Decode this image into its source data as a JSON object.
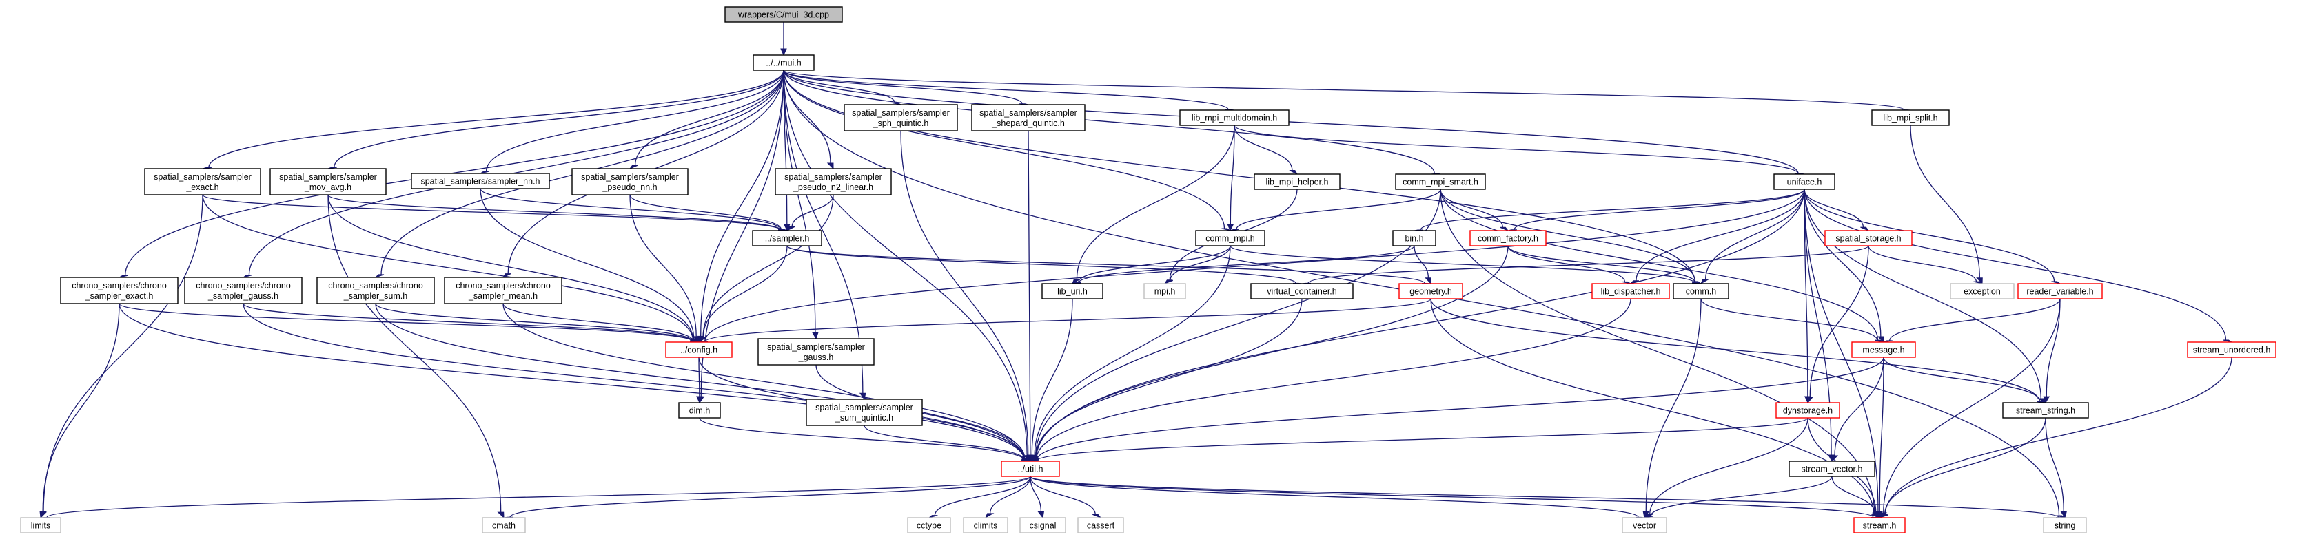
{
  "graph": {
    "title": "wrappers/C/mui_3d.cpp",
    "nodes": [
      {
        "id": "root",
        "lines": [
          "wrappers/C/mui_3d.cpp"
        ],
        "style": "root"
      },
      {
        "id": "mui",
        "lines": [
          "../../mui.h"
        ],
        "style": "normal"
      },
      {
        "id": "sph_quintic",
        "lines": [
          "spatial_samplers/sampler",
          "_sph_quintic.h"
        ],
        "style": "normal"
      },
      {
        "id": "shepard",
        "lines": [
          "spatial_samplers/sampler",
          "_shepard_quintic.h"
        ],
        "style": "normal"
      },
      {
        "id": "lib_mpi_multidomain",
        "lines": [
          "lib_mpi_multidomain.h"
        ],
        "style": "normal"
      },
      {
        "id": "lib_mpi_split",
        "lines": [
          "lib_mpi_split.h"
        ],
        "style": "normal"
      },
      {
        "id": "exact",
        "lines": [
          "spatial_samplers/sampler",
          "_exact.h"
        ],
        "style": "normal"
      },
      {
        "id": "mov_avg",
        "lines": [
          "spatial_samplers/sampler",
          "_mov_avg.h"
        ],
        "style": "normal"
      },
      {
        "id": "nn",
        "lines": [
          "spatial_samplers/sampler_nn.h"
        ],
        "style": "normal"
      },
      {
        "id": "pseudo_nn",
        "lines": [
          "spatial_samplers/sampler",
          "_pseudo_nn.h"
        ],
        "style": "normal"
      },
      {
        "id": "pseudo_n2",
        "lines": [
          "spatial_samplers/sampler",
          "_pseudo_n2_linear.h"
        ],
        "style": "normal"
      },
      {
        "id": "lib_mpi_helper",
        "lines": [
          "lib_mpi_helper.h"
        ],
        "style": "normal"
      },
      {
        "id": "comm_mpi_smart",
        "lines": [
          "comm_mpi_smart.h"
        ],
        "style": "normal"
      },
      {
        "id": "uniface",
        "lines": [
          "uniface.h"
        ],
        "style": "normal"
      },
      {
        "id": "sampler",
        "lines": [
          "../sampler.h"
        ],
        "style": "normal"
      },
      {
        "id": "comm_mpi",
        "lines": [
          "comm_mpi.h"
        ],
        "style": "normal"
      },
      {
        "id": "bin",
        "lines": [
          "bin.h"
        ],
        "style": "normal"
      },
      {
        "id": "comm_factory",
        "lines": [
          "comm_factory.h"
        ],
        "style": "red"
      },
      {
        "id": "spatial_storage",
        "lines": [
          "spatial_storage.h"
        ],
        "style": "red"
      },
      {
        "id": "c_exact",
        "lines": [
          "chrono_samplers/chrono",
          "_sampler_exact.h"
        ],
        "style": "normal"
      },
      {
        "id": "c_gauss",
        "lines": [
          "chrono_samplers/chrono",
          "_sampler_gauss.h"
        ],
        "style": "normal"
      },
      {
        "id": "c_sum",
        "lines": [
          "chrono_samplers/chrono",
          "_sampler_sum.h"
        ],
        "style": "normal"
      },
      {
        "id": "c_mean",
        "lines": [
          "chrono_samplers/chrono",
          "_sampler_mean.h"
        ],
        "style": "normal"
      },
      {
        "id": "lib_uri",
        "lines": [
          "lib_uri.h"
        ],
        "style": "normal"
      },
      {
        "id": "mpi",
        "lines": [
          "mpi.h"
        ],
        "style": "gray"
      },
      {
        "id": "virtual_container",
        "lines": [
          "virtual_container.h"
        ],
        "style": "normal"
      },
      {
        "id": "geometry",
        "lines": [
          "geometry.h"
        ],
        "style": "red"
      },
      {
        "id": "lib_dispatcher",
        "lines": [
          "lib_dispatcher.h"
        ],
        "style": "red"
      },
      {
        "id": "comm",
        "lines": [
          "comm.h"
        ],
        "style": "normal"
      },
      {
        "id": "exception",
        "lines": [
          "exception"
        ],
        "style": "gray"
      },
      {
        "id": "reader_variable",
        "lines": [
          "reader_variable.h"
        ],
        "style": "red"
      },
      {
        "id": "config",
        "lines": [
          "../config.h"
        ],
        "style": "red"
      },
      {
        "id": "s_gauss",
        "lines": [
          "spatial_samplers/sampler",
          "_gauss.h"
        ],
        "style": "normal"
      },
      {
        "id": "message",
        "lines": [
          "message.h"
        ],
        "style": "red"
      },
      {
        "id": "stream_unordered",
        "lines": [
          "stream_unordered.h"
        ],
        "style": "red"
      },
      {
        "id": "dim",
        "lines": [
          "dim.h"
        ],
        "style": "normal"
      },
      {
        "id": "sum_quintic",
        "lines": [
          "spatial_samplers/sampler",
          "_sum_quintic.h"
        ],
        "style": "normal"
      },
      {
        "id": "dynstorage",
        "lines": [
          "dynstorage.h"
        ],
        "style": "red"
      },
      {
        "id": "stream_string",
        "lines": [
          "stream_string.h"
        ],
        "style": "normal"
      },
      {
        "id": "util",
        "lines": [
          "../util.h"
        ],
        "style": "red"
      },
      {
        "id": "stream_vector",
        "lines": [
          "stream_vector.h"
        ],
        "style": "normal"
      },
      {
        "id": "limits",
        "lines": [
          "limits"
        ],
        "style": "gray"
      },
      {
        "id": "cmath",
        "lines": [
          "cmath"
        ],
        "style": "gray"
      },
      {
        "id": "cctype",
        "lines": [
          "cctype"
        ],
        "style": "gray"
      },
      {
        "id": "climits",
        "lines": [
          "climits"
        ],
        "style": "gray"
      },
      {
        "id": "csignal",
        "lines": [
          "csignal"
        ],
        "style": "gray"
      },
      {
        "id": "cassert",
        "lines": [
          "cassert"
        ],
        "style": "gray"
      },
      {
        "id": "vector",
        "lines": [
          "vector"
        ],
        "style": "gray"
      },
      {
        "id": "stream",
        "lines": [
          "stream.h"
        ],
        "style": "red"
      },
      {
        "id": "string",
        "lines": [
          "string"
        ],
        "style": "gray"
      }
    ],
    "edges": [
      [
        "root",
        "mui"
      ],
      [
        "mui",
        "sph_quintic"
      ],
      [
        "mui",
        "shepard"
      ],
      [
        "mui",
        "lib_mpi_multidomain"
      ],
      [
        "mui",
        "lib_mpi_split"
      ],
      [
        "mui",
        "exact"
      ],
      [
        "mui",
        "mov_avg"
      ],
      [
        "mui",
        "nn"
      ],
      [
        "mui",
        "pseudo_nn"
      ],
      [
        "mui",
        "pseudo_n2"
      ],
      [
        "mui",
        "comm_mpi_smart"
      ],
      [
        "mui",
        "uniface"
      ],
      [
        "mui",
        "sampler"
      ],
      [
        "mui",
        "comm_mpi"
      ],
      [
        "mui",
        "comm"
      ],
      [
        "mui",
        "c_exact"
      ],
      [
        "mui",
        "c_gauss"
      ],
      [
        "mui",
        "c_sum"
      ],
      [
        "mui",
        "c_mean"
      ],
      [
        "mui",
        "config"
      ],
      [
        "mui",
        "s_gauss"
      ],
      [
        "mui",
        "dim"
      ],
      [
        "mui",
        "sum_quintic"
      ],
      [
        "mui",
        "util"
      ],
      [
        "mui",
        "string"
      ],
      [
        "sph_quintic",
        "util"
      ],
      [
        "shepard",
        "util"
      ],
      [
        "lib_mpi_multidomain",
        "lib_mpi_helper"
      ],
      [
        "lib_mpi_multidomain",
        "comm_mpi"
      ],
      [
        "lib_mpi_multidomain",
        "uniface"
      ],
      [
        "lib_mpi_multidomain",
        "lib_uri"
      ],
      [
        "lib_mpi_split",
        "exception"
      ],
      [
        "exact",
        "sampler"
      ],
      [
        "exact",
        "config"
      ],
      [
        "exact",
        "limits"
      ],
      [
        "mov_avg",
        "sampler"
      ],
      [
        "mov_avg",
        "config"
      ],
      [
        "mov_avg",
        "cmath"
      ],
      [
        "nn",
        "sampler"
      ],
      [
        "nn",
        "config"
      ],
      [
        "pseudo_nn",
        "sampler"
      ],
      [
        "pseudo_nn",
        "config"
      ],
      [
        "pseudo_n2",
        "sampler"
      ],
      [
        "pseudo_n2",
        "config"
      ],
      [
        "lib_mpi_helper",
        "mpi"
      ],
      [
        "comm_mpi_smart",
        "comm_mpi"
      ],
      [
        "comm_mpi_smart",
        "comm_factory"
      ],
      [
        "comm_mpi_smart",
        "comm"
      ],
      [
        "comm_mpi_smart",
        "message"
      ],
      [
        "comm_mpi_smart",
        "util"
      ],
      [
        "comm_mpi_smart",
        "stream"
      ],
      [
        "uniface",
        "bin"
      ],
      [
        "uniface",
        "comm_factory"
      ],
      [
        "uniface",
        "spatial_storage"
      ],
      [
        "uniface",
        "comm"
      ],
      [
        "uniface",
        "lib_dispatcher"
      ],
      [
        "uniface",
        "reader_variable"
      ],
      [
        "uniface",
        "stream_unordered"
      ],
      [
        "uniface",
        "message"
      ],
      [
        "uniface",
        "dynstorage"
      ],
      [
        "uniface",
        "stream_string"
      ],
      [
        "uniface",
        "stream_vector"
      ],
      [
        "uniface",
        "util"
      ],
      [
        "uniface",
        "stream"
      ],
      [
        "uniface",
        "config"
      ],
      [
        "sampler",
        "config"
      ],
      [
        "sampler",
        "geometry"
      ],
      [
        "sampler",
        "virtual_container"
      ],
      [
        "comm_mpi",
        "lib_uri"
      ],
      [
        "comm_mpi",
        "mpi"
      ],
      [
        "comm_mpi",
        "comm"
      ],
      [
        "comm_mpi",
        "util"
      ],
      [
        "bin",
        "geometry"
      ],
      [
        "bin",
        "lib_uri"
      ],
      [
        "comm_factory",
        "lib_dispatcher"
      ],
      [
        "comm_factory",
        "comm"
      ],
      [
        "comm_factory",
        "util"
      ],
      [
        "spatial_storage",
        "dynstorage"
      ],
      [
        "spatial_storage",
        "virtual_container"
      ],
      [
        "spatial_storage",
        "exception"
      ],
      [
        "c_exact",
        "config"
      ],
      [
        "c_exact",
        "util"
      ],
      [
        "c_exact",
        "limits"
      ],
      [
        "c_gauss",
        "config"
      ],
      [
        "c_gauss",
        "util"
      ],
      [
        "c_sum",
        "config"
      ],
      [
        "c_sum",
        "util"
      ],
      [
        "c_mean",
        "config"
      ],
      [
        "c_mean",
        "util"
      ],
      [
        "lib_uri",
        "util"
      ],
      [
        "virtual_container",
        "util"
      ],
      [
        "geometry",
        "config"
      ],
      [
        "geometry",
        "stream"
      ],
      [
        "geometry",
        "stream_string"
      ],
      [
        "lib_dispatcher",
        "util"
      ],
      [
        "comm",
        "message"
      ],
      [
        "comm",
        "vector"
      ],
      [
        "reader_variable",
        "message"
      ],
      [
        "reader_variable",
        "stream_string"
      ],
      [
        "reader_variable",
        "stream"
      ],
      [
        "config",
        "dim"
      ],
      [
        "config",
        "util"
      ],
      [
        "s_gauss",
        "util"
      ],
      [
        "message",
        "util"
      ],
      [
        "message",
        "stream_vector"
      ],
      [
        "message",
        "stream"
      ],
      [
        "message",
        "stream_string"
      ],
      [
        "stream_unordered",
        "stream"
      ],
      [
        "dim",
        "util"
      ],
      [
        "sum_quintic",
        "util"
      ],
      [
        "dynstorage",
        "util"
      ],
      [
        "dynstorage",
        "vector"
      ],
      [
        "dynstorage",
        "stream"
      ],
      [
        "stream_string",
        "stream"
      ],
      [
        "stream_string",
        "string"
      ],
      [
        "util",
        "limits"
      ],
      [
        "util",
        "cmath"
      ],
      [
        "util",
        "cctype"
      ],
      [
        "util",
        "climits"
      ],
      [
        "util",
        "csignal"
      ],
      [
        "util",
        "cassert"
      ],
      [
        "util",
        "vector"
      ],
      [
        "util",
        "stream"
      ],
      [
        "util",
        "string"
      ],
      [
        "stream_vector",
        "vector"
      ],
      [
        "stream_vector",
        "stream"
      ]
    ]
  }
}
